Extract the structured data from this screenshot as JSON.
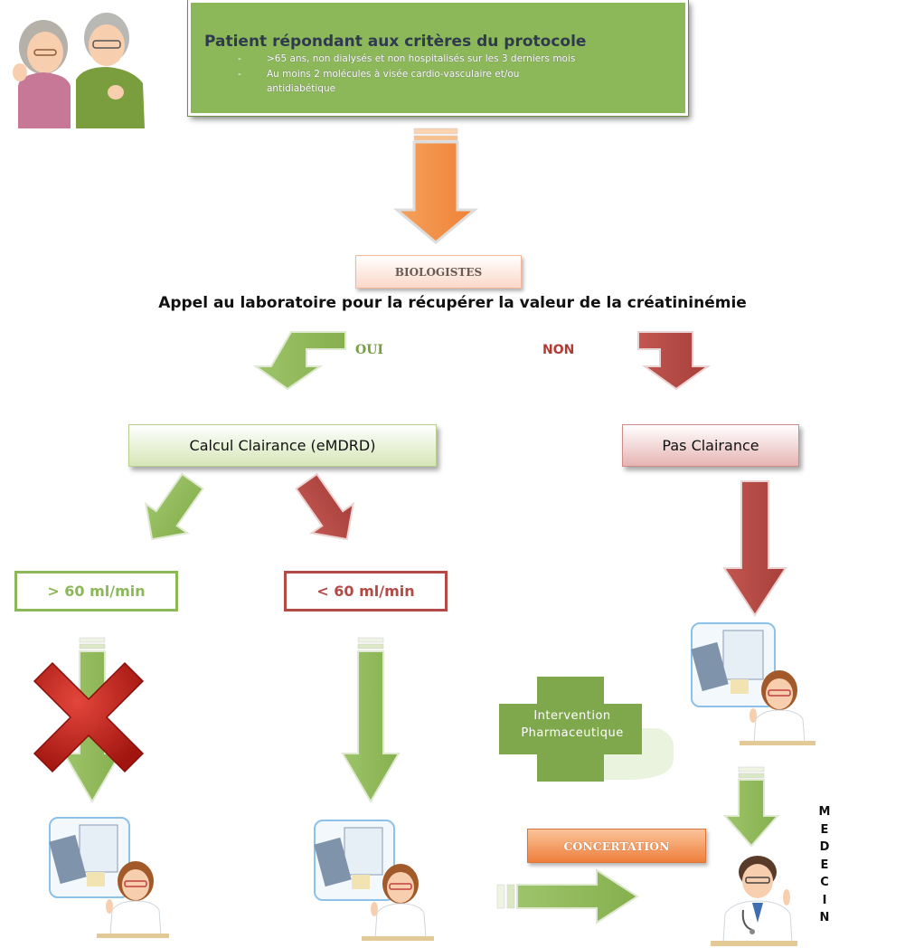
{
  "header": {
    "title": "Patient répondant aux critères du protocole",
    "criteria": [
      ">65 ans,  non dialysés et non hospitalisés sur les 3 derniers mois",
      "Au moins 2 molécules  à visée cardio-vasculaire  et/ou",
      "antidiabétique"
    ],
    "bullet": "-"
  },
  "biologistes_label": "BIOLOGISTES",
  "appel_text": "Appel au laboratoire pour la récupérer la valeur de la créatininémie",
  "branches": {
    "oui": "OUI",
    "non": "NON"
  },
  "calcul_label": "Calcul Clairance (eMDRD)",
  "pas_clairance_label": "Pas Clairance",
  "thresholds": {
    "above": "> 60 ml/min",
    "below": "< 60 ml/min"
  },
  "intervention_lines": [
    "Intervention",
    "Pharmaceutique"
  ],
  "concertation_label": "CONCERTATION",
  "medecin_letters": [
    "M",
    "E",
    "D",
    "E",
    "C",
    "I",
    "N"
  ],
  "colors": {
    "green": "#8db85a",
    "red": "#b34a45",
    "orange": "#f29244",
    "dark_green_text": "#74a03b"
  },
  "icons": [
    "elderly-couple-icon",
    "pharmacist-icon",
    "doctor-icon",
    "cross-icon",
    "pill-box-icon"
  ]
}
